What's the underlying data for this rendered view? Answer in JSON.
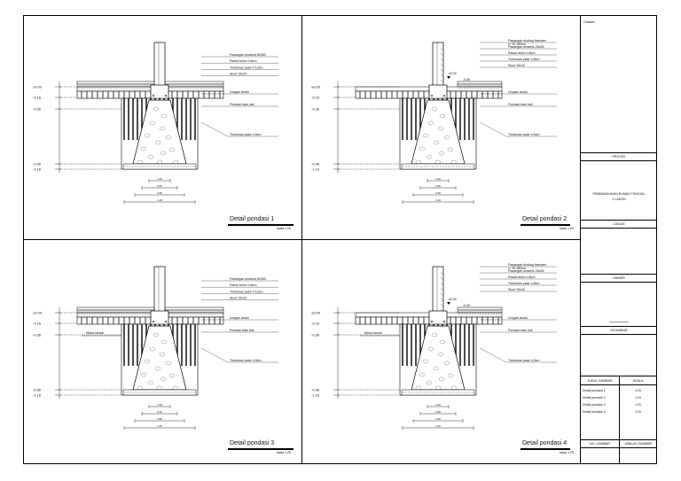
{
  "sheet": {
    "panels": [
      {
        "title": "Detail pondasi 1",
        "scale": "skala 1:20",
        "elevations": [
          "±0.00",
          "-0.16",
          "-0.36",
          "-0.96",
          "-1.16"
        ],
        "labels": [
          "Pasangan keramik 60X60",
          "Rabat beton t=8cm",
          "Timbunan pasir t=10cm",
          "Sloof 15x20",
          "Urugan tanah",
          "Pondasi batu kali",
          "Timbunan pasir t=5cm"
        ],
        "dims": [
          "1.00",
          "0.60",
          "0.80",
          "1.20"
        ],
        "floor_marks": [],
        "ground_label": ""
      },
      {
        "title": "Detail pondasi 2",
        "scale": "skala 1:20",
        "elevations": [
          "±0.00",
          "-0.16",
          "-0.36",
          "-0.96",
          "-1.16"
        ],
        "labels": [
          "Pasangan dinding trastram",
          "t= 70-180cm",
          "Pasangan keramik 25x25",
          "Rabat beton t=8cm",
          "Timbunan pasir t=8cm",
          "Sloof 15x20",
          "Urugan tanah",
          "Pondasi batu kali",
          "Timbunan pasir t=5cm"
        ],
        "dims": [
          "1.00",
          "0.60",
          "0.80",
          "1.20"
        ],
        "floor_marks": [
          "±0.00",
          "-0.05"
        ],
        "ground_label": ""
      },
      {
        "title": "Detail pondasi 3",
        "scale": "skala 1:20",
        "elevations": [
          "±0.00",
          "-0.16",
          "-0.36",
          "-0.96",
          "-1.16"
        ],
        "labels": [
          "Pasangan keramik 60X60",
          "Rabat beton t=8cm",
          "Timbunan pasir t=10cm",
          "Sloof 15x20",
          "Urugan tanah",
          "Pondasi batu kali",
          "Timbunan pasir t=5cm"
        ],
        "dims": [
          "1.00",
          "0.60",
          "0.80",
          "1.20"
        ],
        "floor_marks": [],
        "ground_label": "Muka tanah"
      },
      {
        "title": "Detail pondasi 4",
        "scale": "skala 1:20",
        "elevations": [
          "±0.00",
          "-0.16",
          "-0.36",
          "-0.96",
          "-1.16"
        ],
        "labels": [
          "Pasangan dinding trastram",
          "t= 70-180cm",
          "Pasangan keramik 25x25",
          "Rabat beton t=8cm",
          "Timbunan pasir t=8cm",
          "Sloof 15x20",
          "Urugan tanah",
          "Pondasi batu kali",
          "Timbunan pasir t=5cm"
        ],
        "dims": [
          "1.00",
          "0.60",
          "0.80",
          "1.20"
        ],
        "floor_marks": [
          "±0.00",
          "-0.05"
        ],
        "ground_label": "Muka tanah"
      }
    ]
  },
  "titleblock": {
    "catatan": "Catatan",
    "proyek_label": "PROYEK",
    "proyek_value": "PEMBANGUNAN RUMAH TINGGAL",
    "proyek_value2": "2 LANTAI",
    "lokasi_label": "LOKASI",
    "owner_label": "OWNER",
    "digambar_label": "DIGAMBAR",
    "judul_label": "JUDUL GAMBAR",
    "skala_label": "SKALA",
    "drawings": [
      {
        "name": "Detail pondasi 1",
        "scale": "1:20"
      },
      {
        "name": "Detail pondasi 2",
        "scale": "1:20"
      },
      {
        "name": "Detail pondasi 3",
        "scale": "1:20"
      },
      {
        "name": "Detail pondasi 4",
        "scale": "1:20"
      }
    ],
    "no_label": "NO. GAMBAR",
    "jumlah_label": "JUMLAH GAMBAR"
  }
}
